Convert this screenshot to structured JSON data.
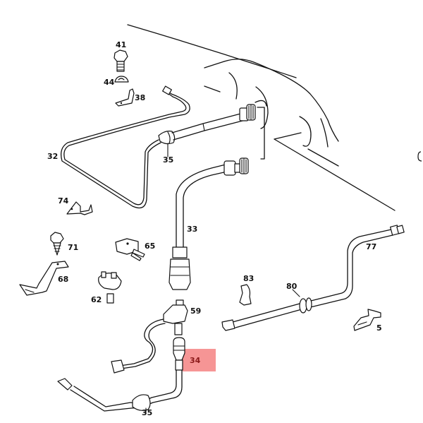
{
  "diagram": {
    "type": "exploded-parts-diagram",
    "highlight_color": "#f58a8a",
    "highlight_text_color": "#8b1a1a",
    "line_color": "#111111",
    "highlighted_part": "34",
    "callouts": [
      {
        "id": "41",
        "label": "41"
      },
      {
        "id": "44",
        "label": "44"
      },
      {
        "id": "38",
        "label": "38"
      },
      {
        "id": "32",
        "label": "32"
      },
      {
        "id": "35a",
        "label": "35"
      },
      {
        "id": "74",
        "label": "74"
      },
      {
        "id": "71",
        "label": "71"
      },
      {
        "id": "65",
        "label": "65"
      },
      {
        "id": "68",
        "label": "68"
      },
      {
        "id": "62",
        "label": "62"
      },
      {
        "id": "33",
        "label": "33"
      },
      {
        "id": "59",
        "label": "59"
      },
      {
        "id": "34",
        "label": "34"
      },
      {
        "id": "35b",
        "label": "35"
      },
      {
        "id": "83",
        "label": "83"
      },
      {
        "id": "80",
        "label": "80"
      },
      {
        "id": "77",
        "label": "77"
      },
      {
        "id": "5",
        "label": "5"
      }
    ]
  }
}
